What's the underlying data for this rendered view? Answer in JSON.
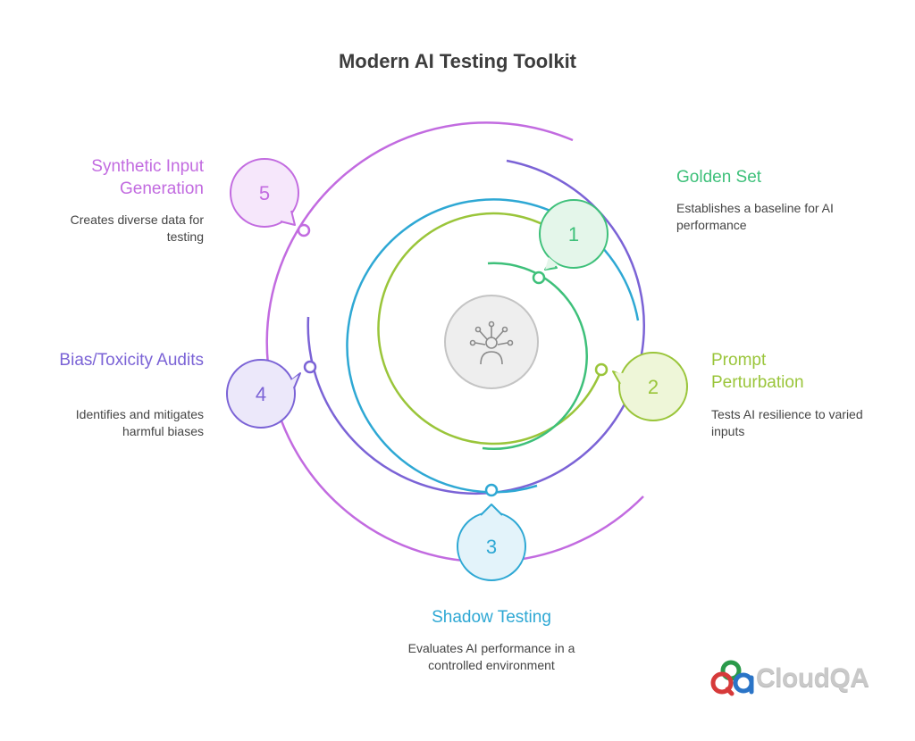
{
  "title": "Modern AI Testing Toolkit",
  "steps": [
    {
      "number": "1",
      "title": "Golden Set",
      "description": "Establishes a baseline for AI performance",
      "color": "#3ec07a",
      "fill": "#e4f6ea"
    },
    {
      "number": "2",
      "title": "Prompt Perturbation",
      "description": "Tests AI resilience to varied inputs",
      "color": "#9ac53a",
      "fill": "#eef6d8"
    },
    {
      "number": "3",
      "title": "Shadow Testing",
      "description": "Evaluates AI performance in a controlled environment",
      "color": "#2ea8d4",
      "fill": "#e3f3fa"
    },
    {
      "number": "4",
      "title": "Bias/Toxicity Audits",
      "description": "Identifies and mitigates harmful biases",
      "color": "#7b63d6",
      "fill": "#ece8fa"
    },
    {
      "number": "5",
      "title": "Synthetic Input Generation",
      "description": "Creates diverse data for testing",
      "color": "#c26be0",
      "fill": "#f6e7fb"
    }
  ],
  "center_icon": "ai-network-icon",
  "logo": {
    "text": "CloudQA",
    "mark": "Qa",
    "colors": [
      "#d63a3a",
      "#2a9a4a",
      "#2a74c7"
    ]
  }
}
